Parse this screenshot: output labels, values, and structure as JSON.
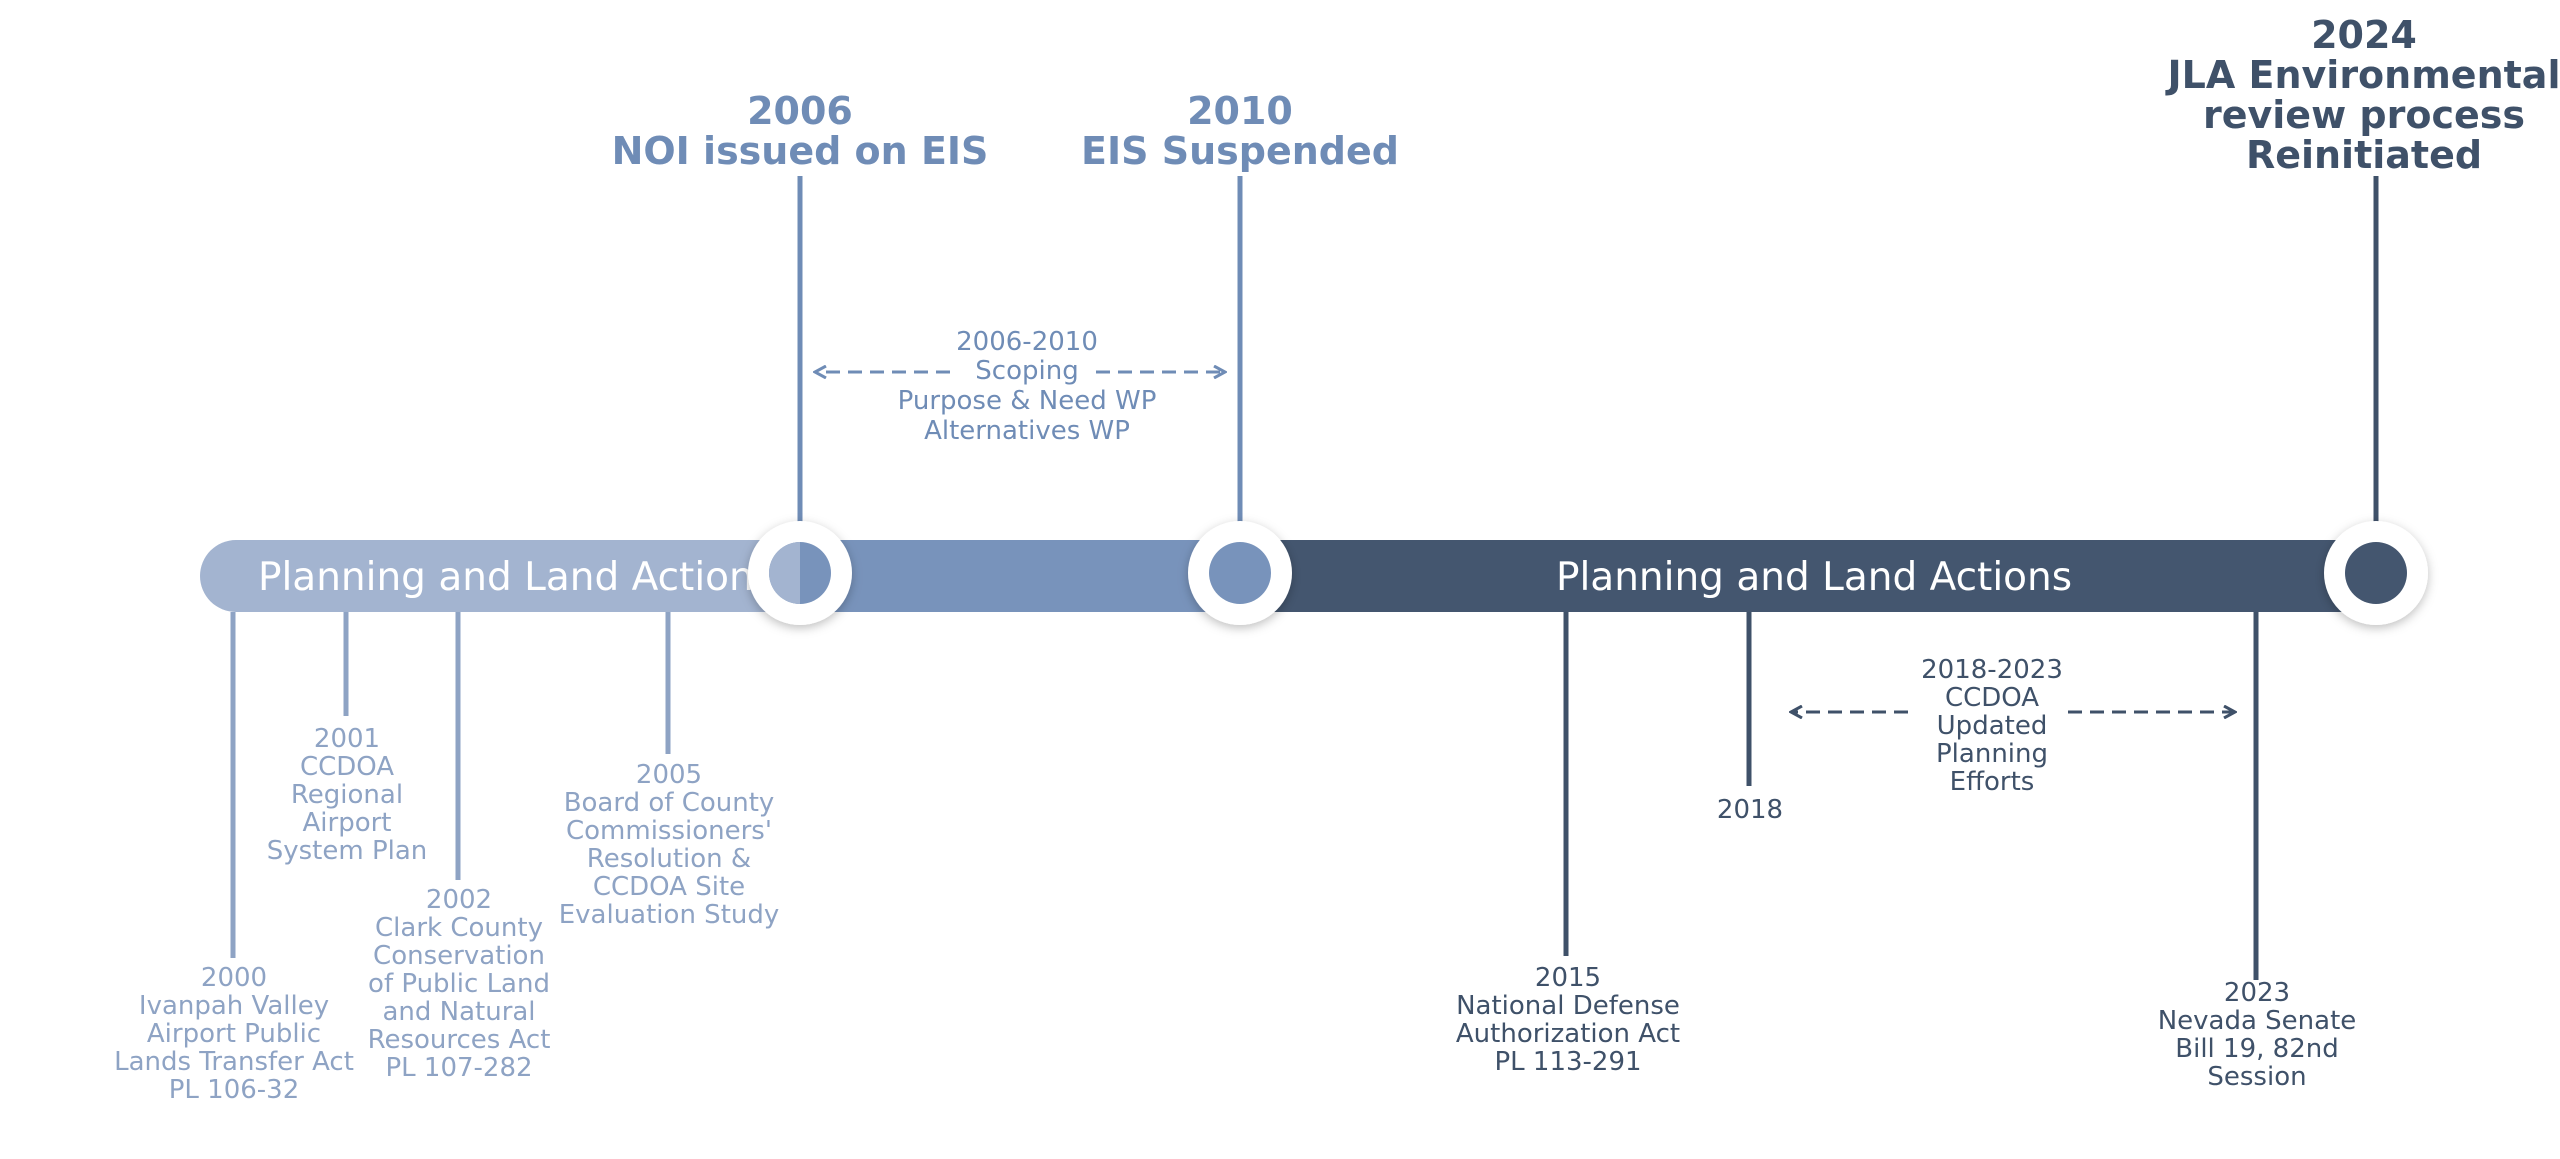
{
  "bar": {
    "left_label": "Planning and Land Actions",
    "right_label": "Planning and Land Actions"
  },
  "milestones": [
    {
      "year": "2006",
      "text": [
        "NOI issued on EIS"
      ]
    },
    {
      "year": "2010",
      "text": [
        "EIS Suspended"
      ]
    },
    {
      "year": "2024",
      "text": [
        "JLA Environmental",
        "review process",
        "Reinitiated"
      ]
    }
  ],
  "ranges": [
    {
      "years": "2006-2010",
      "text": [
        "Scoping",
        "Purpose & Need WP",
        "Alternatives WP"
      ]
    },
    {
      "years": "2018-2023",
      "text": [
        "CCDOA",
        "Updated",
        "Planning",
        "Efforts"
      ]
    }
  ],
  "events": [
    {
      "year": "2000",
      "text": [
        "Ivanpah Valley",
        "Airport Public",
        "Lands Transfer Act",
        "PL 106-32"
      ]
    },
    {
      "year": "2001",
      "text": [
        "CCDOA",
        "Regional",
        "Airport",
        "System Plan"
      ]
    },
    {
      "year": "2002",
      "text": [
        "Clark County",
        "Conservation",
        "of Public Land",
        "and Natural",
        "Resources Act",
        "PL 107-282"
      ]
    },
    {
      "year": "2005",
      "text": [
        "Board of County",
        "Commissioners'",
        "Resolution &",
        "CCDOA Site",
        "Evaluation Study"
      ]
    },
    {
      "year": "2015",
      "text": [
        "National Defense",
        "Authorization Act",
        "PL 113-291"
      ]
    },
    {
      "year": "2018",
      "text": []
    },
    {
      "year": "2023",
      "text": [
        "Nevada Senate",
        "Bill 19, 82nd",
        "Session"
      ]
    }
  ],
  "colors": {
    "light": "#8ea3c4",
    "mid": "#6f8cb6",
    "dark": "#3f5169",
    "bar_light": "#a3b4d0",
    "bar_mid": "#7893bb",
    "bar_dark": "#44566f"
  }
}
